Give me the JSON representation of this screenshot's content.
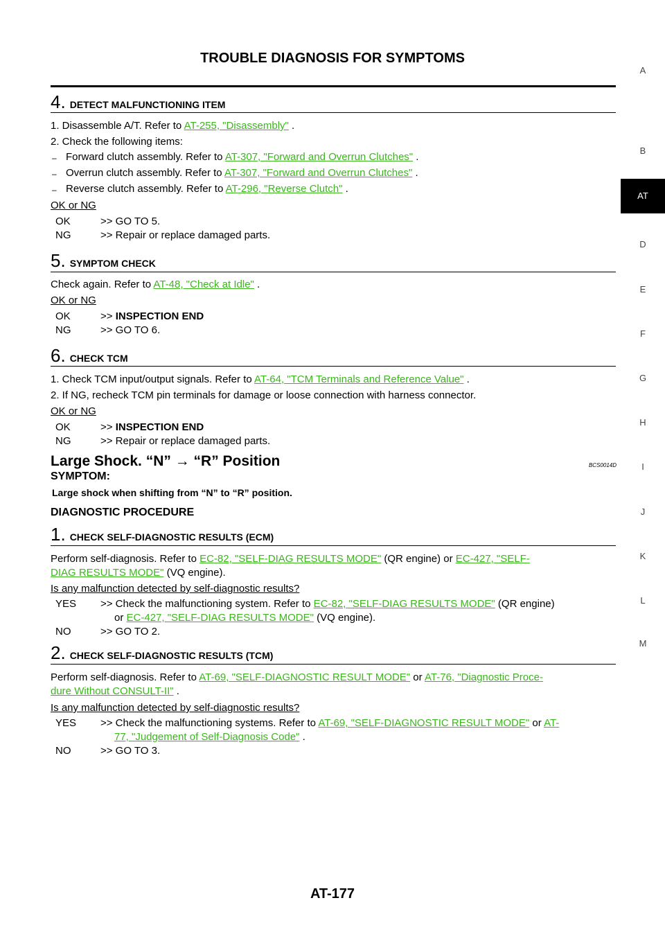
{
  "header_title": "TROUBLE DIAGNOSIS FOR SYMPTOMS",
  "footer_page": "AT-177",
  "side_tabs": [
    "A",
    "B",
    "AT",
    "D",
    "E",
    "F",
    "G",
    "H",
    "I",
    "J",
    "K",
    "L",
    "M"
  ],
  "step4": {
    "num": "4.",
    "title": "DETECT MALFUNCTIONING ITEM",
    "l1_pre": "1. Disassemble A/T. Refer to ",
    "l1_link": "AT-255, \"Disassembly\"",
    "l1_post": " .",
    "l2": "2. Check the following items:",
    "items": [
      {
        "pre": "Forward clutch assembly. Refer to ",
        "link": "AT-307, \"Forward and Overrun Clutches\"",
        "post": " ."
      },
      {
        "pre": "Overrun clutch assembly. Refer to ",
        "link": "AT-307, \"Forward and Overrun Clutches\"",
        "post": " ."
      },
      {
        "pre": "Reverse clutch assembly. Refer to ",
        "link": "AT-296, \"Reverse Clutch\"",
        "post": " ."
      }
    ],
    "dash": "–",
    "question": "OK or NG",
    "ok_k": "OK",
    "ok_v": ">> GO TO 5.",
    "ng_k": "NG",
    "ng_v": ">> Repair or replace damaged parts."
  },
  "step5": {
    "num": "5.",
    "title": "SYMPTOM CHECK",
    "l1_pre": "Check again. Refer to ",
    "l1_link": "AT-48, \"Check at Idle\"",
    "l1_post": " .",
    "question": "OK or NG",
    "ok_k": "OK",
    "ok_v_pre": ">> ",
    "ok_v_bold": "INSPECTION END",
    "ng_k": "NG",
    "ng_v": ">> GO TO 6."
  },
  "step6": {
    "num": "6.",
    "title": "CHECK TCM",
    "l1_pre": "1. Check TCM input/output signals. Refer to ",
    "l1_link": "AT-64, \"TCM Terminals and Reference Value\"",
    "l1_post": " .",
    "l2": "2. If NG, recheck TCM pin terminals for damage or loose connection with harness connector.",
    "question": "OK or NG",
    "ok_k": "OK",
    "ok_v_pre": ">> ",
    "ok_v_bold": "INSPECTION END",
    "ng_k": "NG",
    "ng_v": ">> Repair or replace damaged parts."
  },
  "section": {
    "title": "Large Shock. “N” → “R” Position",
    "code": "BCS0014D",
    "symptom_label": "SYMPTOM:",
    "symptom_text": "Large shock when shifting from “N” to “R” position.",
    "diag_label": "DIAGNOSTIC PROCEDURE"
  },
  "step1": {
    "num": "1.",
    "title": "CHECK SELF-DIAGNOSTIC RESULTS (ECM)",
    "p_pre": "Perform  self-diagnosis.  Refer  to  ",
    "p_link1": "EC-82, \"SELF-DIAG RESULTS MODE\"",
    "p_mid": "   (QR  engine)  or  ",
    "p_link2a": "EC-427, \"SELF-",
    "p_link2b": "DIAG RESULTS MODE\"",
    "p_post": "  (VQ engine).",
    "question": "Is any malfunction detected by self-diagnostic results?",
    "yes_k": "YES",
    "yes_pre": ">> Check the malfunctioning system. Refer to ",
    "yes_link1": "EC-82, \"SELF-DIAG RESULTS MODE\"",
    "yes_mid": "  (QR engine)",
    "yes_or": "or ",
    "yes_link2": "EC-427, \"SELF-DIAG RESULTS MODE\"",
    "yes_post": "  (VQ engine).",
    "no_k": "NO",
    "no_v": ">> GO TO 2."
  },
  "step2": {
    "num": "2.",
    "title": "CHECK SELF-DIAGNOSTIC RESULTS (TCM)",
    "p_pre": "Perform self-diagnosis. Refer to ",
    "p_link1": "AT-69, \"SELF-DIAGNOSTIC RESULT MODE\"",
    "p_mid": "   or ",
    "p_link2a": "AT-76, \"Diagnostic Proce-",
    "p_link2b": "dure Without CONSULT-II\"",
    "p_post": " .",
    "question": "Is any malfunction detected by self-diagnostic results?",
    "yes_k": "YES",
    "yes_pre": ">> Check the malfunctioning systems. Refer to ",
    "yes_link1": "AT-69, \"SELF-DIAGNOSTIC RESULT MODE\"",
    "yes_mid": "  or ",
    "yes_link2a": "AT-",
    "yes_link2b": "77, \"Judgement of Self-Diagnosis Code\"",
    "yes_post": " .",
    "no_k": "NO",
    "no_v": ">> GO TO 3."
  },
  "colors": {
    "link": "#3db51f",
    "text": "#000000",
    "tab_active_bg": "#000000"
  }
}
